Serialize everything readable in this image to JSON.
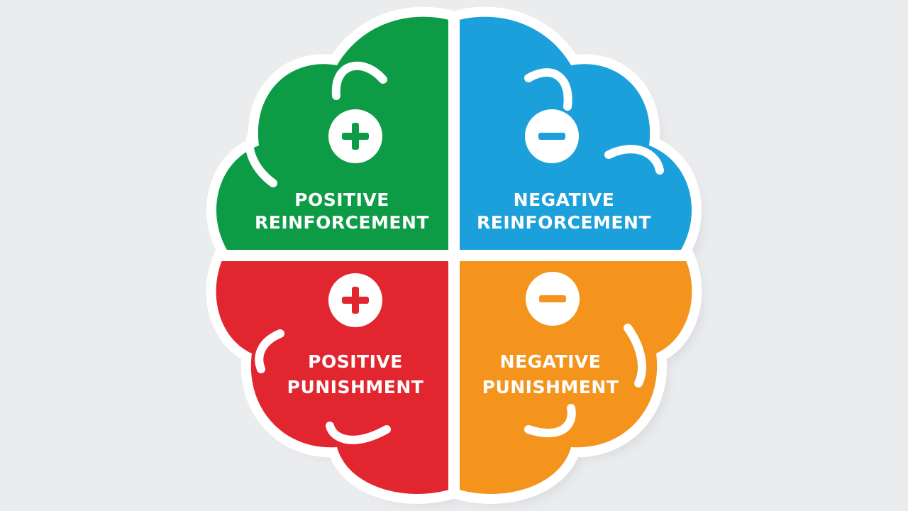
{
  "quadrants": [
    {
      "id": "positive-reinforcement",
      "line1": "POSITIVE",
      "line2": "REINFORCEMENT",
      "sign": "+",
      "color": "#0e9b45"
    },
    {
      "id": "negative-reinforcement",
      "line1": "NEGATIVE",
      "line2": "REINFORCEMENT",
      "sign": "−",
      "color": "#1ca0dc"
    },
    {
      "id": "positive-punishment",
      "line1": "POSITIVE",
      "line2": "PUNISHMENT",
      "sign": "+",
      "color": "#e2262f"
    },
    {
      "id": "negative-punishment",
      "line1": "NEGATIVE",
      "line2": "PUNISHMENT",
      "sign": "−",
      "color": "#f4941c"
    }
  ],
  "background_color": "#ebecee",
  "outline_color": "#ffffff"
}
